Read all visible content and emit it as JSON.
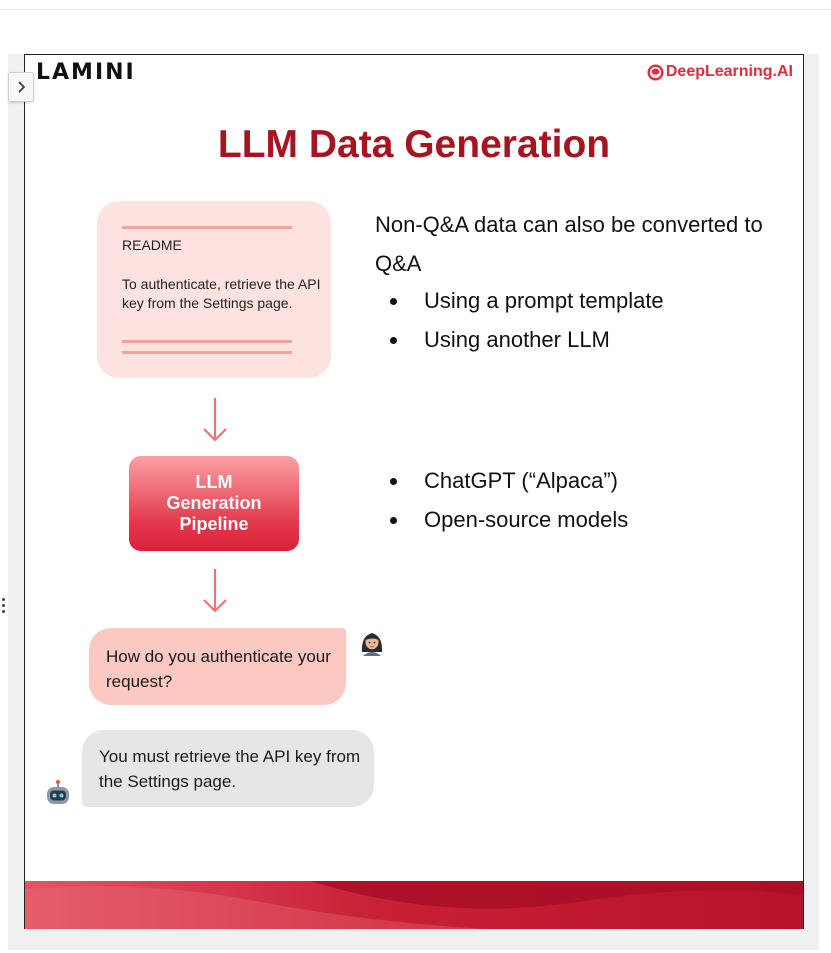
{
  "slide": {
    "brand_left": "LAMINI",
    "brand_right": "DeepLearning.AI",
    "title": "LLM Data Generation"
  },
  "doc_card": {
    "heading": "README",
    "body": "To authenticate, retrieve the API key from the Settings page."
  },
  "pipeline": {
    "label": "LLM Generation Pipeline"
  },
  "chat": {
    "question": "How do you authenticate your request?",
    "answer": "You must retrieve the API key from the Settings page."
  },
  "text_panel": {
    "intro": "Non-Q&A data can also be converted to Q&A",
    "bullets_1": [
      "Using a prompt template",
      "Using another LLM"
    ],
    "bullets_2": [
      "ChatGPT (“Alpaca”)",
      "Open-source models"
    ]
  },
  "icons": {
    "collapse": "chevron-right-icon",
    "menu": "vertical-ellipsis-icon",
    "user": "woman-avatar-icon",
    "bot": "robot-avatar-icon",
    "brand": "deeplearning-logo-icon"
  },
  "colors": {
    "title": "#a5141f",
    "accent": "#e5293e",
    "doc_card": "#fde3e0",
    "question_bubble": "#fbc8c2",
    "answer_bubble": "#e6e6e6"
  }
}
